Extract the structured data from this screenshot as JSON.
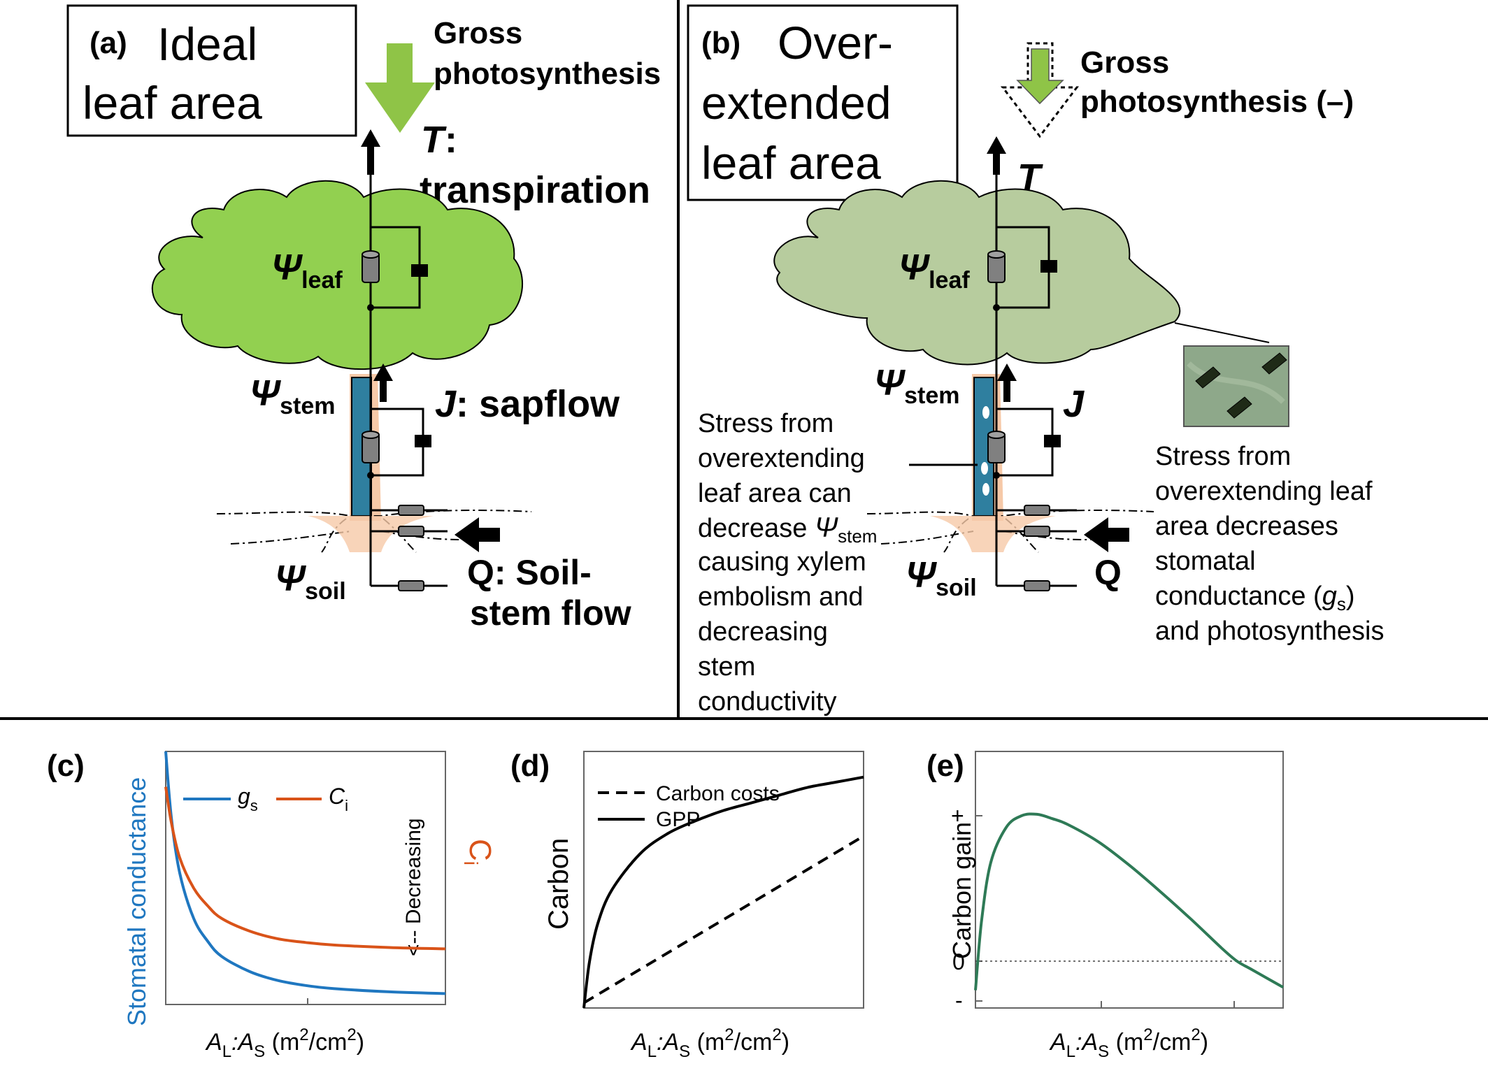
{
  "panel_a": {
    "letter": "(a)",
    "title_line1": "Ideal",
    "title_line2": "leaf area",
    "gpp_line1": "Gross",
    "gpp_line2": "photosynthesis",
    "t_symbol": "T",
    "t_colon": ":",
    "t_word": "transpiration",
    "psi": "Ψ",
    "leaf": "leaf",
    "stem": "stem",
    "soil": "soil",
    "j_symbol": "J",
    "j_text": ": sapflow",
    "q_line1": "Q: Soil-",
    "q_line2": "stem flow"
  },
  "panel_b": {
    "letter": "(b)",
    "title_line1": "Over-",
    "title_line2": "extended",
    "title_line3": "leaf area",
    "gpp_line1": "Gross",
    "gpp_line2": "photosynthesis (–)",
    "t_symbol": "T",
    "j_symbol": "J",
    "q_symbol": "Q",
    "stem_stress": [
      "Stress from",
      "overextending",
      "leaf area can",
      "decrease ",
      "causing xylem",
      "embolism and",
      "decreasing",
      "stem",
      "conductivity"
    ],
    "stem_sub": "stem",
    "leaf_stress": [
      "Stress from",
      "overextending leaf",
      "area decreases",
      "stomatal",
      "conductance (",
      ")",
      "and photosynthesis"
    ],
    "gs_g": "g",
    "gs_s": "s"
  },
  "panel_c": {
    "letter": "(c)",
    "ylabel_left": "Stomatal conductance",
    "ylabel_right": "C",
    "ylabel_right_sub": "i",
    "legend_gs": "g",
    "legend_gs_sub": "s",
    "legend_ci": "C",
    "legend_ci_sub": "i",
    "annotation": "<-- Decreasing",
    "xlabel_AL": "A",
    "xlabel_L": "L",
    "xlabel_AS": ":A",
    "xlabel_S": "S",
    "xlabel_unit1": " (m",
    "xlabel_sup": "2",
    "xlabel_unit2": "/cm",
    "xlabel_unit3": ")"
  },
  "panel_d": {
    "letter": "(d)",
    "ylabel": "Carbon",
    "legend_costs": "Carbon costs",
    "legend_gpp": "GPP"
  },
  "panel_e": {
    "letter": "(e)",
    "ylabel": "Carbon gain",
    "tick_plus": "+",
    "tick_zero": "0",
    "tick_minus": "-"
  },
  "colors": {
    "leaf_ideal": "#92d050",
    "leaf_stressed": "#b7cc9e",
    "arrow_green": "#8fc447",
    "stem_blue": "#2f7f9f",
    "root_fill": "#f6c9a8",
    "gs_line": "#1f77c0",
    "ci_line": "#d95319",
    "gain_line": "#2e7a56"
  },
  "chart_data": [
    {
      "type": "line",
      "panel": "c",
      "xlabel": "AL:AS (m2/cm2)",
      "ylabel": "Stomatal conductance",
      "ylabel_right": "Ci",
      "series": [
        {
          "name": "gs",
          "color": "#1f77c0",
          "x": [
            0.0,
            0.02,
            0.05,
            0.1,
            0.15,
            0.2,
            0.3,
            0.4,
            0.5,
            0.6,
            0.8,
            1.0
          ],
          "values": [
            1.0,
            0.74,
            0.52,
            0.34,
            0.25,
            0.19,
            0.13,
            0.095,
            0.075,
            0.063,
            0.05,
            0.043
          ]
        },
        {
          "name": "Ci",
          "color": "#d95319",
          "x": [
            0.0,
            0.02,
            0.05,
            0.1,
            0.15,
            0.2,
            0.3,
            0.4,
            0.5,
            0.6,
            0.8,
            1.0
          ],
          "values": [
            0.86,
            0.72,
            0.58,
            0.46,
            0.39,
            0.34,
            0.29,
            0.26,
            0.245,
            0.235,
            0.225,
            0.22
          ]
        }
      ]
    },
    {
      "type": "line",
      "panel": "d",
      "xlabel": "AL:AS (m2/cm2)",
      "ylabel": "Carbon",
      "series": [
        {
          "name": "GPP",
          "x": [
            0.0,
            0.02,
            0.05,
            0.1,
            0.2,
            0.3,
            0.4,
            0.5,
            0.6,
            0.7,
            0.8,
            0.9,
            1.0
          ],
          "values": [
            0.0,
            0.18,
            0.33,
            0.46,
            0.6,
            0.68,
            0.73,
            0.77,
            0.8,
            0.83,
            0.86,
            0.88,
            0.9
          ]
        },
        {
          "name": "Carbon costs",
          "x": [
            0.0,
            1.0
          ],
          "values": [
            0.02,
            0.67
          ]
        }
      ]
    },
    {
      "type": "line",
      "panel": "e",
      "xlabel": "AL:AS (m2/cm2)",
      "ylabel": "Carbon gain",
      "series": [
        {
          "name": "Carbon gain",
          "x": [
            0.0,
            0.02,
            0.05,
            0.1,
            0.15,
            0.2,
            0.25,
            0.3,
            0.4,
            0.5,
            0.6,
            0.7,
            0.8,
            0.85,
            0.9,
            1.0
          ],
          "values": [
            -0.2,
            0.28,
            0.68,
            0.92,
            1.0,
            1.01,
            0.98,
            0.94,
            0.82,
            0.66,
            0.48,
            0.29,
            0.09,
            0.0,
            -0.06,
            -0.18
          ]
        }
      ]
    }
  ]
}
